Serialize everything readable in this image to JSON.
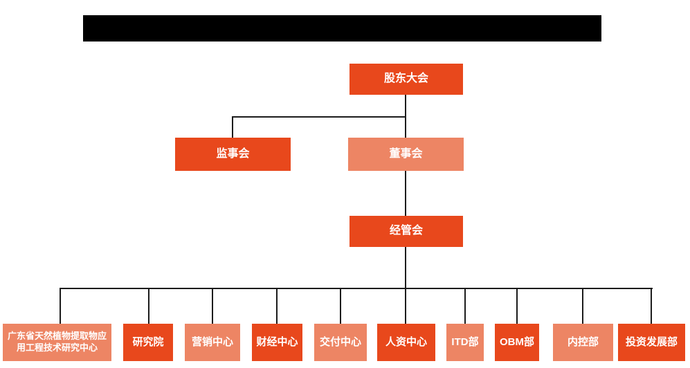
{
  "colors": {
    "primary_orange": "#E8481C",
    "secondary_orange": "#ED8564",
    "connector_line": "#1b1b1b",
    "redaction_bar": "#000000",
    "node_text": "#FFFFFF",
    "background": "#FFFFFF"
  },
  "org_chart": {
    "root": {
      "label": "股东大会",
      "color": "primary"
    },
    "level2": [
      {
        "label": "监事会",
        "color": "primary"
      },
      {
        "label": "董事会",
        "color": "secondary"
      }
    ],
    "level3": {
      "label": "经管会",
      "color": "primary"
    },
    "departments": [
      {
        "label": "广东省天然植物提取物应用工程技术研究中心",
        "color": "secondary"
      },
      {
        "label": "研究院",
        "color": "primary"
      },
      {
        "label": "营销中心",
        "color": "secondary"
      },
      {
        "label": "财经中心",
        "color": "primary"
      },
      {
        "label": "交付中心",
        "color": "secondary"
      },
      {
        "label": "人资中心",
        "color": "primary"
      },
      {
        "label": "ITD部",
        "color": "secondary"
      },
      {
        "label": "OBM部",
        "color": "primary"
      },
      {
        "label": "内控部",
        "color": "secondary"
      },
      {
        "label": "投资发展部",
        "color": "primary"
      }
    ]
  }
}
